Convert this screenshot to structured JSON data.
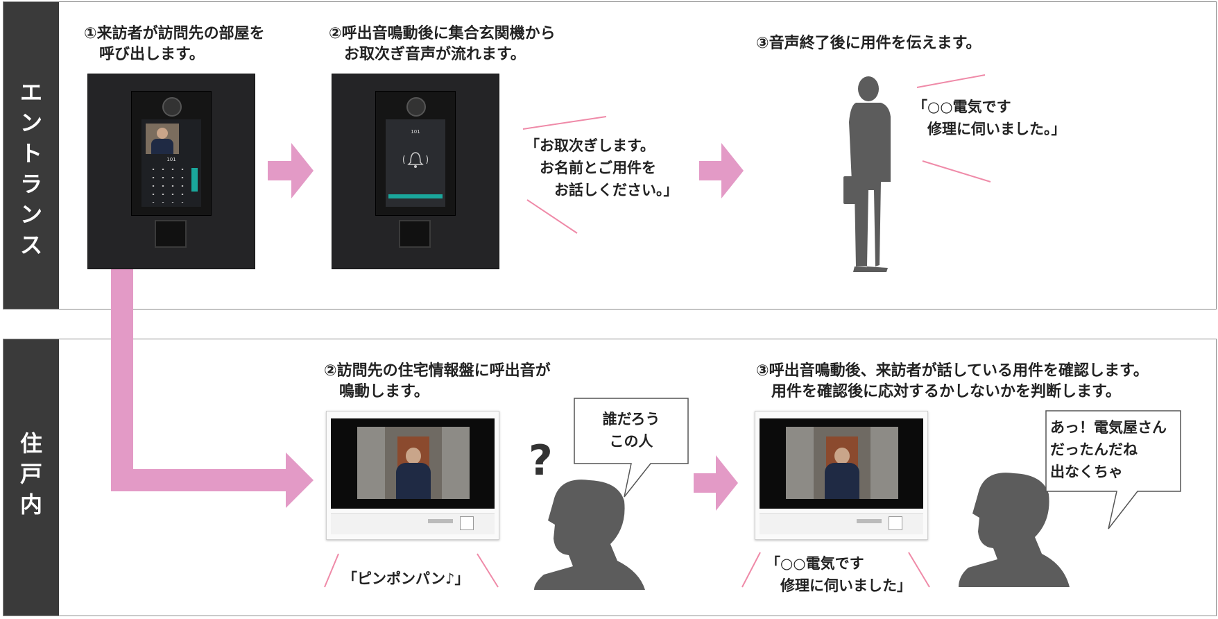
{
  "sections": {
    "entrance": {
      "label": "エントランス",
      "chars": [
        "エ",
        "ン",
        "ト",
        "ラ",
        "ン",
        "ス"
      ]
    },
    "residence": {
      "label": "住戸内",
      "chars": [
        "住",
        "戸",
        "内"
      ]
    }
  },
  "entrance": {
    "step1": "①来訪者が訪問先の部屋を\n　呼び出します。",
    "step2": "②呼出音鳴動後に集合玄関機から\n　お取次ぎ音声が流れます。",
    "step3": "③音声終了後に用件を伝えます。",
    "panel_screen_number": "101",
    "quote_intercom": "「お取次ぎします。\n　お名前とご用件を\n　　お話しください。」",
    "quote_visitor": "「○○電気です\n　修理に伺いました。」"
  },
  "residence": {
    "step2": "②訪問先の住宅情報盤に呼出音が\n　鳴動します。",
    "step3": "③呼出音鳴動後、来訪者が話している用件を確認します。\n　用件を確認後に応対するかしないかを判断します。",
    "chime_quote": "「ピンポンパン♪」",
    "question_mark": "?",
    "bubble1": "誰だろう\nこの人",
    "monitor_quote": "「○○電気です\n　修理に伺いました」",
    "bubble2": "あっ！電気屋さん\nだったんだね\n出なくちゃ"
  },
  "colors": {
    "sidebar": "#3a3a3a",
    "arrow": "#e39ac6",
    "accent_line": "#ef8aa8",
    "device_body": "#242426",
    "silhouette": "#5c5c5c"
  },
  "icons": [
    "bell-icon",
    "camera-icon",
    "person-silhouette-icon",
    "woman-silhouette-icon",
    "question-mark-icon"
  ]
}
